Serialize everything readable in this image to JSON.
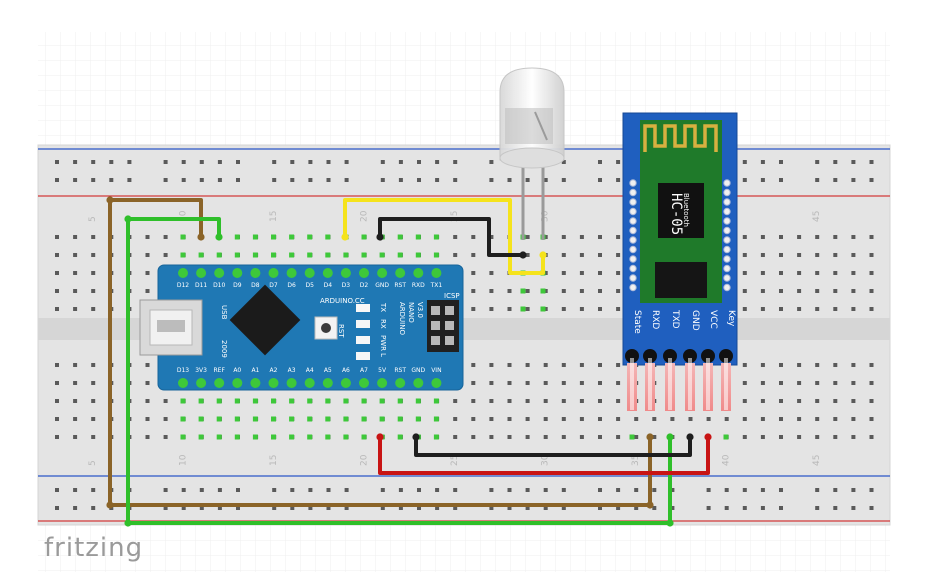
{
  "brand": {
    "name": "fritzing"
  },
  "breadboard": {
    "column_numbers": [
      "5",
      "10",
      "15",
      "20",
      "25",
      "30",
      "35",
      "40",
      "45"
    ],
    "rail_colors": {
      "negative": "#2b56c6",
      "positive": "#d23a3a"
    }
  },
  "arduino": {
    "top_pins": [
      "D12",
      "D11",
      "D10",
      "D9",
      "D8",
      "D7",
      "D6",
      "D5",
      "D4",
      "D3",
      "D2",
      "GND",
      "RST",
      "RXD",
      "TX1"
    ],
    "bottom_pins": [
      "D13",
      "3V3",
      "REF",
      "A0",
      "A1",
      "A2",
      "A3",
      "A4",
      "A5",
      "A6",
      "A7",
      "5V",
      "RST",
      "GND",
      "VIN"
    ],
    "usb_label": "USB",
    "brand_label": "ARDUINO.CC",
    "model_lines": [
      "ARDUINO",
      "NANO",
      "V3.0"
    ],
    "year": "2009",
    "icsp_label": "ICSP",
    "rst_label": "RST",
    "leds": [
      "TX",
      "RX",
      "PWR",
      "L"
    ]
  },
  "bluetooth": {
    "model": "HC-05",
    "subtitle": "Bluetooth",
    "pins": [
      "State",
      "RXD",
      "TXD",
      "GND",
      "VCC",
      "Key"
    ]
  },
  "wires": {
    "colors": {
      "brown": "#8b6428",
      "green": "#2fbf2a",
      "yellow": "#f5e31c",
      "black": "#1e1e1e",
      "red": "#c81414"
    }
  }
}
